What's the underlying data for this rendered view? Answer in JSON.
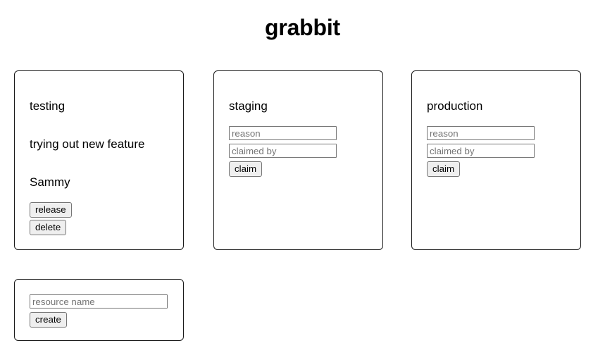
{
  "app": {
    "title": "grabbit"
  },
  "resources": [
    {
      "id": "testing",
      "name": "testing",
      "claimed": true,
      "reason": "trying out new feature",
      "claimed_by": "Sammy",
      "release_label": "release",
      "delete_label": "delete"
    },
    {
      "id": "staging",
      "name": "staging",
      "claimed": false,
      "reason_placeholder": "reason",
      "claimed_by_placeholder": "claimed by",
      "reason_value": "",
      "claimed_by_value": "",
      "claim_label": "claim"
    },
    {
      "id": "production",
      "name": "production",
      "claimed": false,
      "reason_placeholder": "reason",
      "claimed_by_placeholder": "claimed by",
      "reason_value": "",
      "claimed_by_value": "",
      "claim_label": "claim"
    }
  ],
  "create_card": {
    "resource_name_placeholder": "resource name",
    "resource_name_value": "",
    "create_label": "create"
  },
  "colors": {
    "page_background": "#ffffff",
    "card_border": "#1a1a1a",
    "text": "#000000",
    "input_border": "#767676",
    "placeholder_text": "#757575",
    "button_background": "#efefef"
  }
}
